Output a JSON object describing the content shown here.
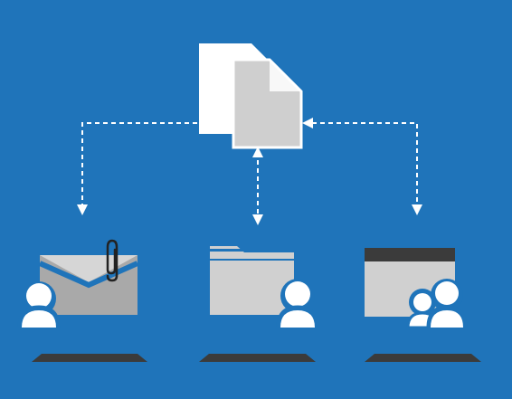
{
  "diagram": {
    "background_color": "#1f74ba",
    "source": {
      "icon": "documents-icon",
      "front_color": "#cfcfcf",
      "back_color": "#ffffff"
    },
    "connector_color": "#ffffff",
    "connector_style": "dashed",
    "targets": [
      {
        "name": "email-attachment",
        "icon": "envelope-with-paperclip-icon",
        "user_icon": "single-user-icon"
      },
      {
        "name": "shared-folder",
        "icon": "folder-icon",
        "user_icon": "single-user-icon"
      },
      {
        "name": "shared-site",
        "icon": "browser-window-icon",
        "user_icon": "user-group-icon"
      }
    ],
    "platform_color": "#3b3b3b"
  }
}
